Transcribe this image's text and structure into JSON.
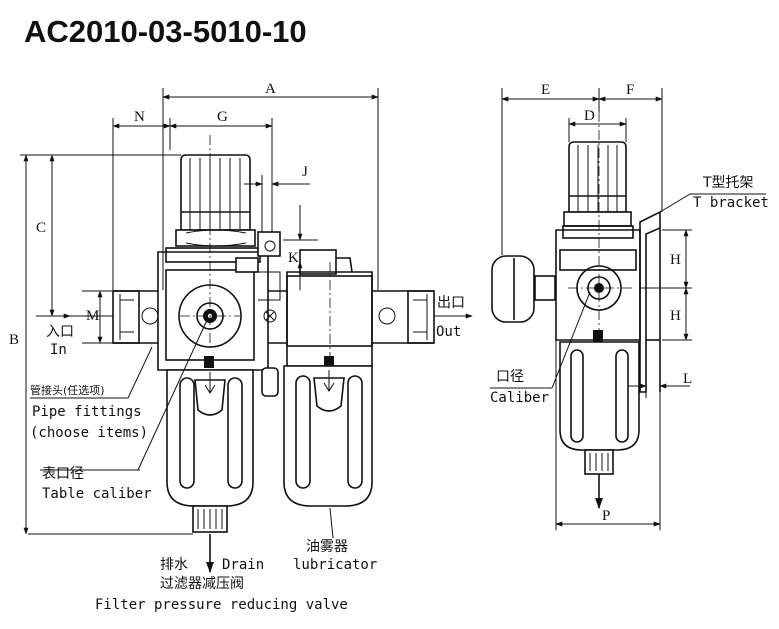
{
  "title": "AC2010-03-5010-10",
  "dimensions": {
    "A": "A",
    "B": "B",
    "C": "C",
    "G": "G",
    "N": "N",
    "J": "J",
    "K": "K",
    "M": "M",
    "E": "E",
    "F": "F",
    "D": "D",
    "H1": "H",
    "H2": "H",
    "L": "L",
    "P": "P"
  },
  "labels": {
    "inlet_cn": "入口",
    "inlet_en": "In",
    "outlet_cn": "出口",
    "outlet_en": "Out",
    "pipe_fittings_cn": "管接头(任选项)",
    "pipe_fittings_en1": "Pipe fittings",
    "pipe_fittings_en2": "(choose items)",
    "table_caliber_cn": "表口径",
    "table_caliber_en": "Table caliber",
    "drain_cn": "排水",
    "drain_en": "Drain",
    "filter_cn": "过滤器减压阀",
    "filter_en": "Filter pressure reducing valve",
    "lubricator_cn": "油雾器",
    "lubricator_en": "lubricator",
    "bracket_cn": "T型托架",
    "bracket_en": "T bracket",
    "caliber_cn": "口径",
    "caliber_en": "Caliber"
  }
}
